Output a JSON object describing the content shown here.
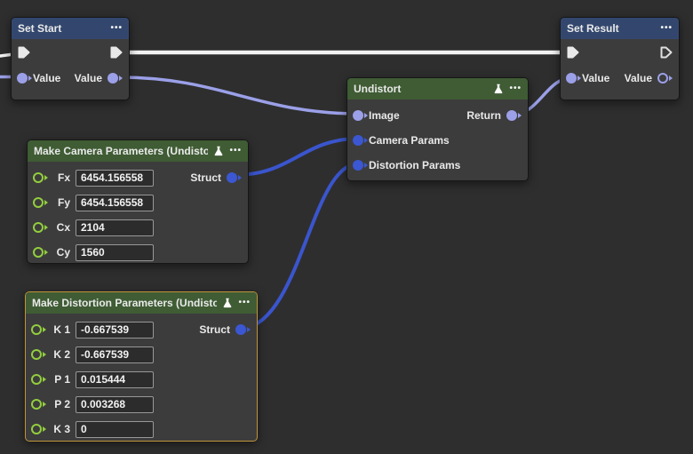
{
  "icons": {
    "menu_glyph": "•••"
  },
  "colors": {
    "background": "#2e2e2e",
    "node_body": "#3c3c3c",
    "header_blue": "#33476e",
    "header_green": "#3f5c34",
    "selected_border": "#c09439",
    "wire_exec": "#f2f2f2",
    "wire_value": "#9ba0e8",
    "wire_struct": "#3a55cd",
    "pin_green": "#93ce3e"
  },
  "nodes": {
    "set_start": {
      "title": "Set Start",
      "in_value_label": "Value",
      "out_value_label": "Value"
    },
    "set_result": {
      "title": "Set Result",
      "in_value_label": "Value",
      "out_value_label": "Value"
    },
    "undistort": {
      "title": "Undistort",
      "input_image_label": "Image",
      "input_camera_label": "Camera Params",
      "input_distortion_label": "Distortion Params",
      "output_label": "Return"
    },
    "make_camera_parameters": {
      "title": "Make Camera Parameters (Undistort)",
      "output_label": "Struct",
      "fields": [
        {
          "label": "Fx",
          "value": "6454.156558"
        },
        {
          "label": "Fy",
          "value": "6454.156558"
        },
        {
          "label": "Cx",
          "value": "2104"
        },
        {
          "label": "Cy",
          "value": "1560"
        }
      ]
    },
    "make_distortion_parameters": {
      "title": "Make Distortion Parameters (Undistort)",
      "output_label": "Struct",
      "fields": [
        {
          "label": "K 1",
          "value": "-0.667539"
        },
        {
          "label": "K 2",
          "value": "-0.667539"
        },
        {
          "label": "P 1",
          "value": "0.015444"
        },
        {
          "label": "P 2",
          "value": "0.003268"
        },
        {
          "label": "K 3",
          "value": "0"
        }
      ]
    }
  }
}
